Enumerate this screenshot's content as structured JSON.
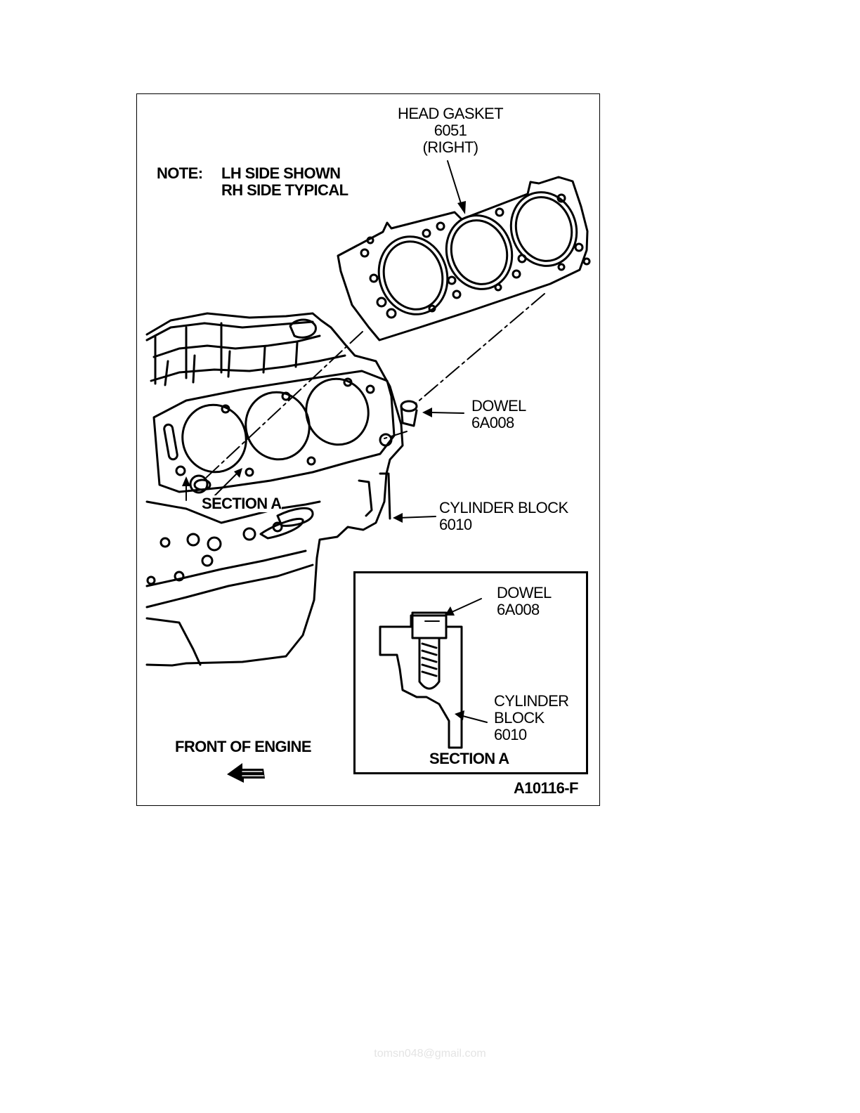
{
  "note": {
    "prefix": "NOTE:",
    "line1": "LH SIDE SHOWN",
    "line2": "RH SIDE TYPICAL"
  },
  "head_gasket": {
    "name": "HEAD GASKET",
    "part": "6051",
    "side": "(RIGHT)"
  },
  "dowel": {
    "name": "DOWEL",
    "part": "6A008"
  },
  "cylinder_block": {
    "name": "CYLINDER BLOCK",
    "part": "6010"
  },
  "section_a_callout": "SECTION A",
  "section_detail": {
    "dowel_name": "DOWEL",
    "dowel_part": "6A008",
    "block_line1": "CYLINDER",
    "block_line2": "BLOCK",
    "block_part": "6010",
    "title": "SECTION A"
  },
  "front_of_engine": "FRONT OF ENGINE",
  "figure_id": "A10116-F",
  "watermark": "tomsn048@gmail.com"
}
